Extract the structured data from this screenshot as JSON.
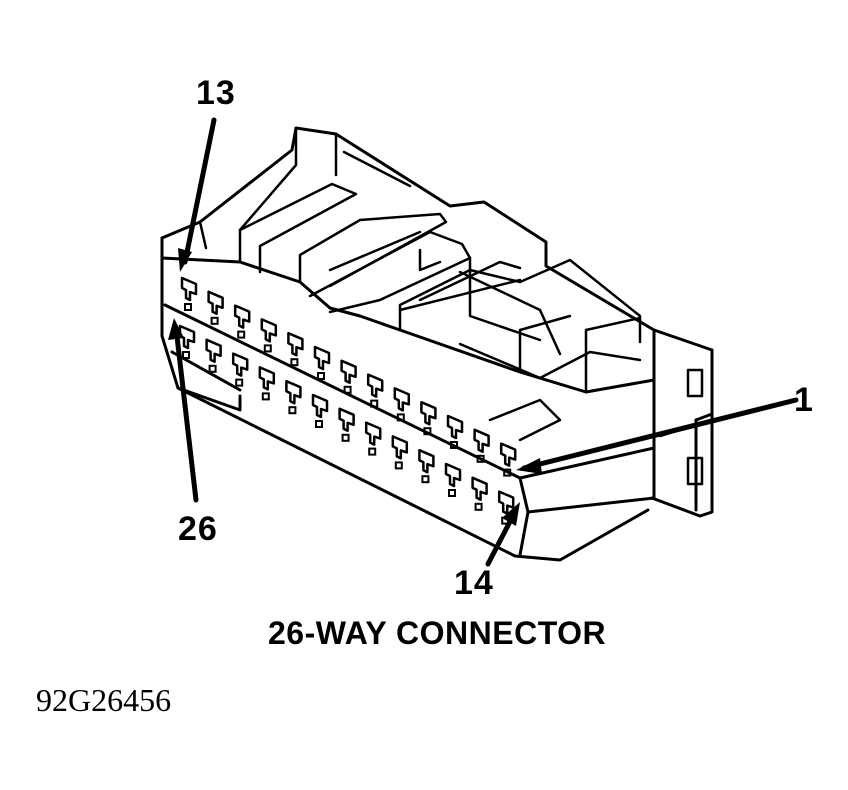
{
  "diagram": {
    "caption": "26-WAY CONNECTOR",
    "figure_id": "92G26456",
    "pin_labels": {
      "top_left": "13",
      "bottom_left": "26",
      "right_upper": "1",
      "right_lower": "14"
    },
    "line_color": "#000000",
    "background": "#ffffff"
  }
}
